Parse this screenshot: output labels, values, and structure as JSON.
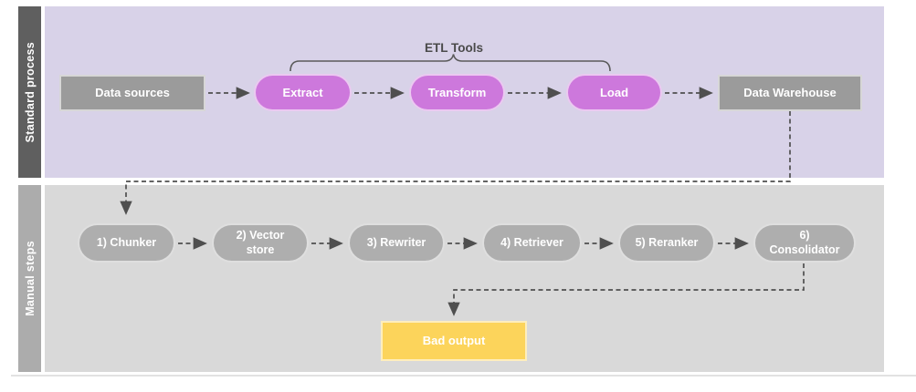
{
  "lanes": [
    {
      "label": "Standard process"
    },
    {
      "label": "Manual steps"
    }
  ],
  "standard": {
    "etl_tools_label": "ETL Tools",
    "nodes": {
      "data_sources": "Data sources",
      "extract": "Extract",
      "transform": "Transform",
      "load": "Load",
      "data_warehouse": "Data Warehouse"
    }
  },
  "manual": {
    "steps": [
      "1) Chunker",
      "2) Vector store",
      "3) Rewriter",
      "4) Retriever",
      "5) Reranker",
      "6) Consolidator"
    ],
    "bad_output": "Bad output"
  },
  "colors": {
    "lane1_bg": "#d8d2e8",
    "lane1_label_bg": "#5f5f5f",
    "lane2_bg": "#d9d9d9",
    "lane2_label_bg": "#acacac",
    "etl_pill": "#cd78dc",
    "gray_box": "#9b9b9b",
    "gray_pill": "#aeaeae",
    "bad_output_bg": "#fcd45b",
    "arrow": "#4f4f4f"
  }
}
